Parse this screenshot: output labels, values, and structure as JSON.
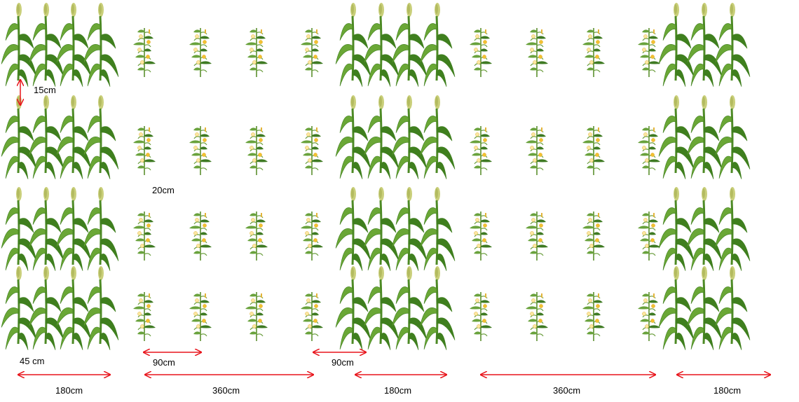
{
  "diagram": {
    "strips": [
      {
        "crop": "sorghum",
        "plants_per_row": 4
      },
      {
        "crop": "sesame",
        "plants_per_row": 4
      },
      {
        "crop": "sorghum",
        "plants_per_row": 4
      },
      {
        "crop": "sesame",
        "plants_per_row": 4
      },
      {
        "crop": "sorghum",
        "plants_per_row": 3
      }
    ],
    "rows": 4,
    "colors": {
      "arrow": "#e8141b",
      "leaf": "#3f7f1e",
      "leaf_light": "#6aa736",
      "stalk": "#4d8a25",
      "panicle": "#c9cf7a",
      "sesame_flower": "#f2c132",
      "sesame_flower_light": "#fbe7a0"
    },
    "labels": {
      "row_spacing": "15cm",
      "sesame_spacing": "20cm",
      "sorghum_spacing": "45 cm",
      "gap_left": "90cm",
      "gap_right": "90cm",
      "width_1": "180cm",
      "width_2": "360cm",
      "width_3": "180cm",
      "width_4": "360cm",
      "width_5": "180cm"
    }
  }
}
